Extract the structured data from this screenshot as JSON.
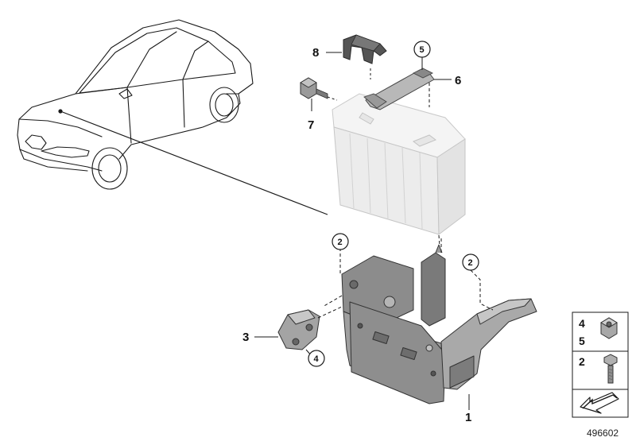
{
  "callouts": {
    "c1": "1",
    "c2a": "2",
    "c2b": "2",
    "c3": "3",
    "c4": "4",
    "c5": "5",
    "c6": "6",
    "c7": "7",
    "c8": "8"
  },
  "legend": {
    "row1_a": "4",
    "row1_b": "5",
    "row2": "2"
  },
  "reference_number": "496602",
  "colors": {
    "line": "#1a1a1a",
    "battery_fill": "#f0f0f0",
    "battery_stroke": "#c8c8c8",
    "metal_fill": "#9a9a9a",
    "metal_dark": "#6f6f6f",
    "metal_light": "#c4c4c4"
  }
}
